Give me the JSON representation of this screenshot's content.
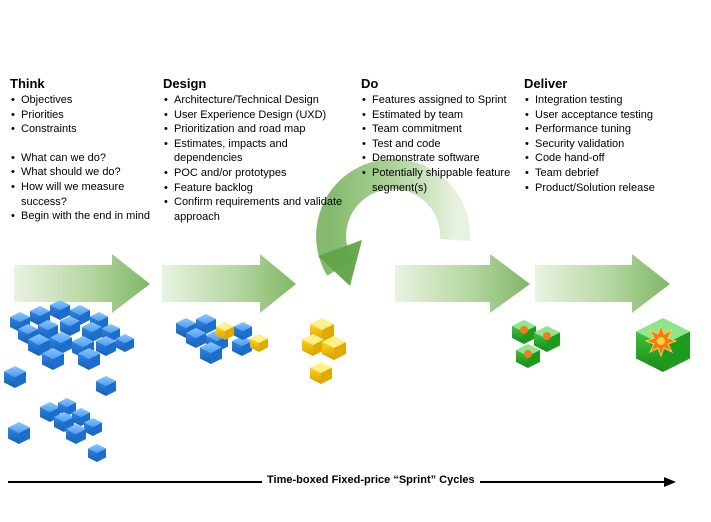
{
  "columns": [
    {
      "heading": "Think",
      "items": [
        "Objectives",
        "Priorities",
        "Constraints"
      ],
      "items2": [
        "What can we do?",
        "What should we do?",
        "How will we measure success?",
        "Begin with the end in mind"
      ]
    },
    {
      "heading": "Design",
      "items": [
        "Architecture/Technical Design",
        "User Experience Design (UXD)",
        "Prioritization and road map",
        "Estimates, impacts and dependencies",
        "POC and/or prototypes",
        "Feature backlog",
        "Confirm requirements and validate approach"
      ]
    },
    {
      "heading": "Do",
      "items": [
        "Features assigned to Sprint",
        "Estimated by team",
        "Team commitment",
        "Test and code",
        "Demonstrate software",
        "Potentially shippable feature segment(s)"
      ]
    },
    {
      "heading": "Deliver",
      "items": [
        "Integration testing",
        "User acceptance testing",
        "Performance tuning",
        "Security validation",
        "Code hand-off",
        "Team debrief",
        "Product/Solution release"
      ]
    }
  ],
  "timeline": {
    "label": "Time-boxed Fixed-price “Sprint” Cycles"
  },
  "colors": {
    "arrow_green": "#8dbf70",
    "cube_blue": "#2a7fd6",
    "cube_yellow": "#f2c200",
    "cube_green": "#2eaa2e",
    "star_orange": "#f47a1f"
  }
}
